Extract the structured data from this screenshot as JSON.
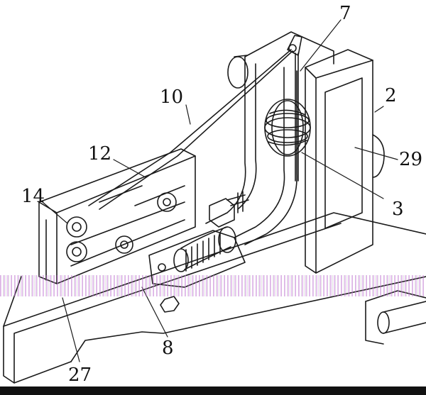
{
  "labels": [
    {
      "id": "7",
      "text": "7"
    },
    {
      "id": "10",
      "text": "10"
    },
    {
      "id": "2",
      "text": "2"
    },
    {
      "id": "12",
      "text": "12"
    },
    {
      "id": "29",
      "text": "29"
    },
    {
      "id": "14",
      "text": "14"
    },
    {
      "id": "3",
      "text": "3"
    },
    {
      "id": "8",
      "text": "8"
    },
    {
      "id": "27",
      "text": "27"
    }
  ],
  "colors": {
    "line": "#1a1a1a",
    "noise": "#c878dc"
  }
}
